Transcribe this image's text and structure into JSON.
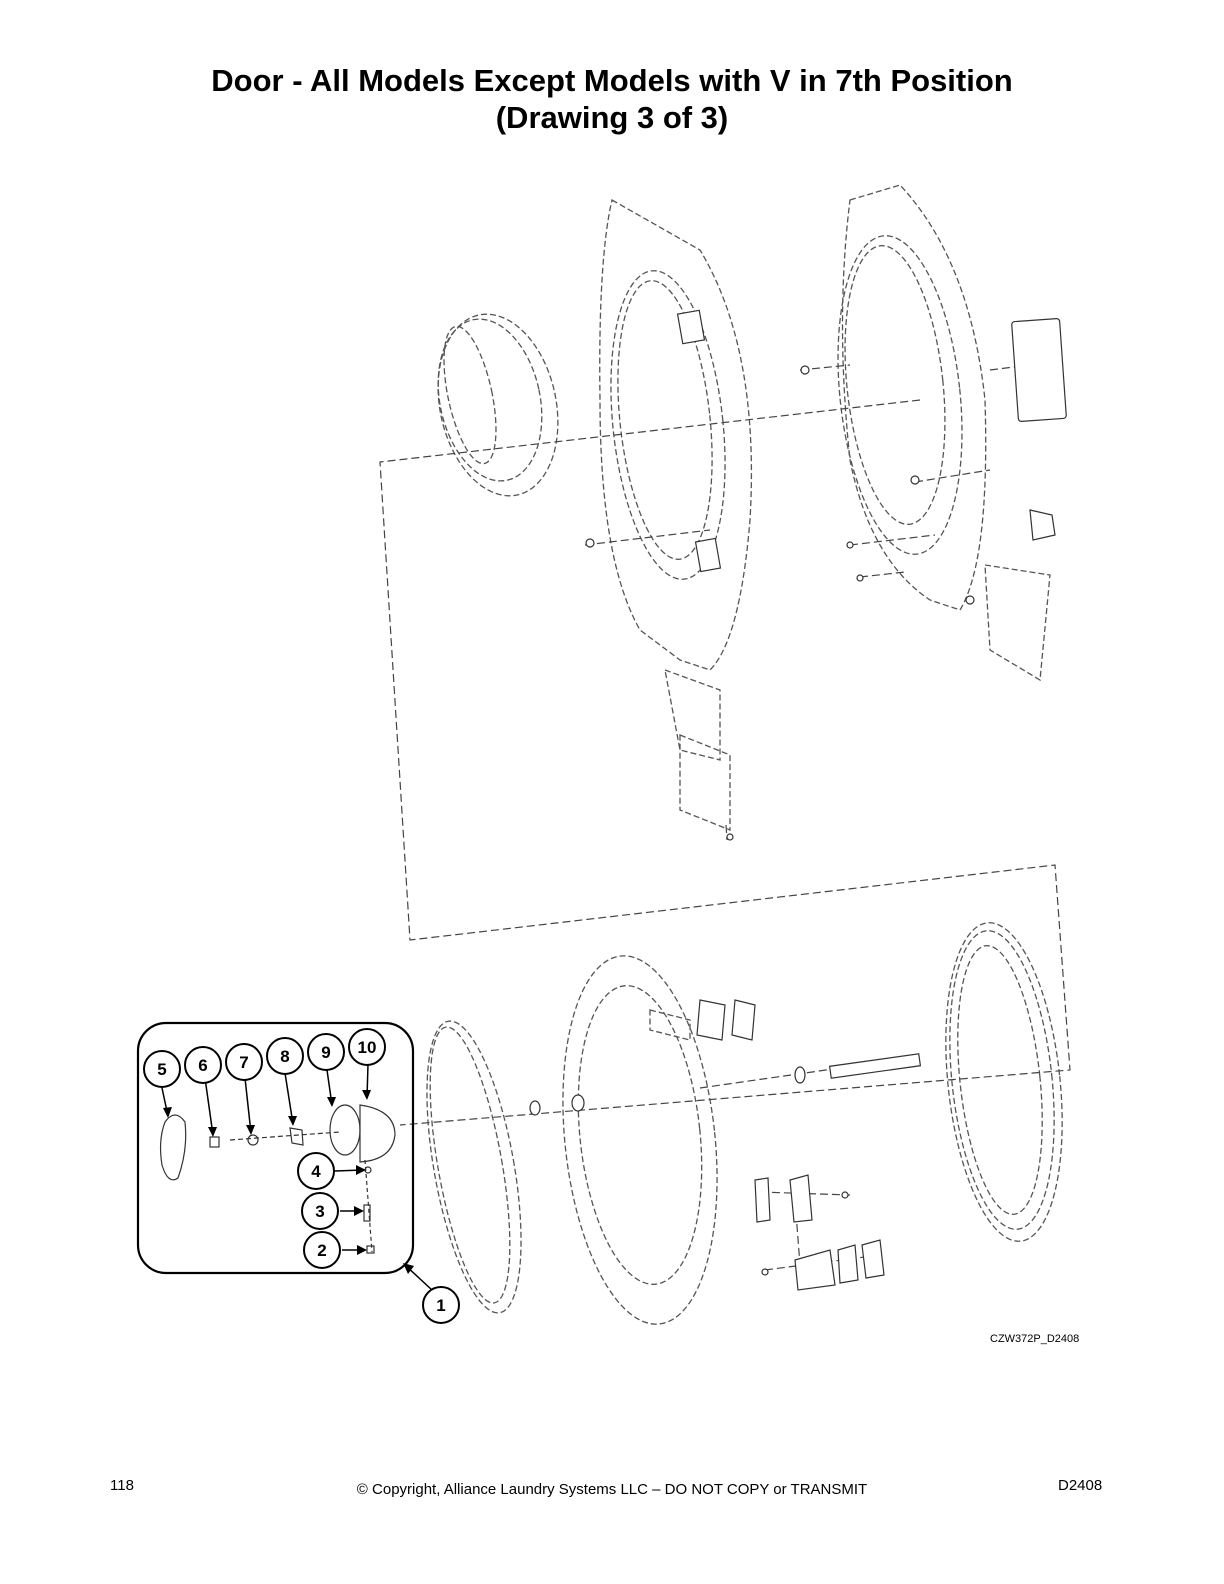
{
  "title": {
    "line1": "Door - All Models Except Models with V in 7th Position",
    "line2": "(Drawing 3 of 3)"
  },
  "callouts": [
    "1",
    "2",
    "3",
    "4",
    "5",
    "6",
    "7",
    "8",
    "9",
    "10"
  ],
  "drawing_code": "CZW372P_D2408",
  "footer": {
    "page_number": "118",
    "copyright": "© Copyright, Alliance Laundry Systems LLC – DO NOT COPY or TRANSMIT",
    "doc_id": "D2408"
  }
}
